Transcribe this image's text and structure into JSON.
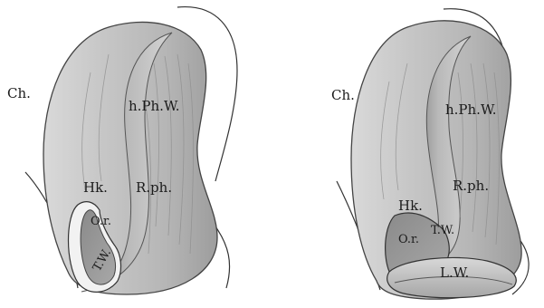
{
  "figure": {
    "left": {
      "labels": {
        "ch": "Ch.",
        "hphw": "h.Ph.W.",
        "hk": "Hk.",
        "rph": "R.ph.",
        "or": "O.r.",
        "tw": "T.W."
      }
    },
    "right": {
      "labels": {
        "ch": "Ch.",
        "hphw": "h.Ph.W.",
        "hk": "Hk.",
        "rph": "R.ph.",
        "or": "O.r.",
        "tw": "T.W.",
        "lw": "L.W."
      }
    }
  }
}
